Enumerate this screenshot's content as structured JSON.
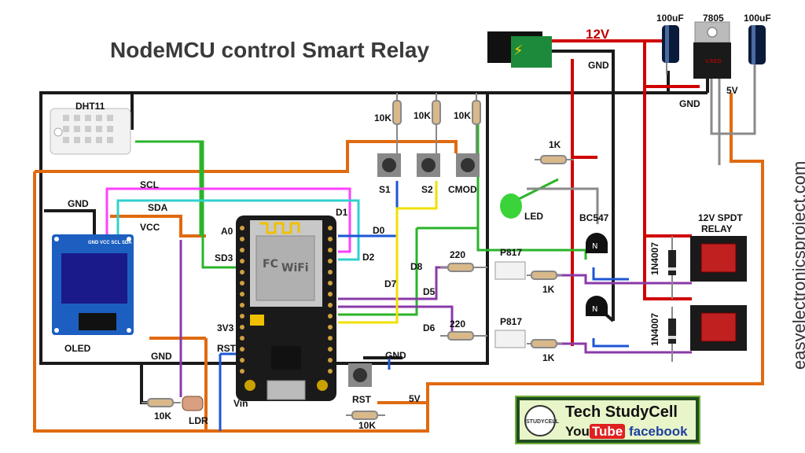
{
  "title": "NodeMCU control Smart Relay",
  "website": "easyelectronicsproject.com",
  "supply": {
    "voltage_in": "12V",
    "regulator": "7805",
    "cap1": "100uF",
    "cap2": "100uF",
    "gnd": "GND",
    "gnd2": "GND",
    "out5v": "5V"
  },
  "sensors": {
    "dht": "DHT11",
    "oled": "OLED",
    "ldr": "LDR",
    "led": "LED"
  },
  "labels": {
    "scl": "SCL",
    "sda": "SDA",
    "vcc": "VCC",
    "gnd_oled": "GND",
    "a0": "A0",
    "sd3": "SD3",
    "v33": "3V3",
    "rst": "RST",
    "vin": "Vin",
    "gnd_bottom": "GND",
    "gnd_mcu": "GND",
    "d0": "D0",
    "d1": "D1",
    "d2": "D2",
    "d5": "D5",
    "d6": "D6",
    "d7": "D7",
    "d8": "D8",
    "v5_bottom": "5V"
  },
  "oled_pins": [
    "GND",
    "VCC",
    "SCL",
    "SDA"
  ],
  "resistors": {
    "r1": "10K",
    "r2": "10K",
    "r3": "10K",
    "r_led": "1K",
    "r_opto1": "220",
    "r_opto2": "220",
    "r_base1": "1K",
    "r_base2": "1K",
    "r_ldr": "10K",
    "r_rst": "10K"
  },
  "buttons": {
    "s1": "S1",
    "s2": "S2",
    "cmod": "CMOD",
    "rst": "RST"
  },
  "opto": {
    "o1": "P817",
    "o2": "P817"
  },
  "transistor": "BC547",
  "diodes": {
    "d1": "1N4007",
    "d2": "1N4007"
  },
  "relay": {
    "line1": "12V SPDT",
    "line2": "RELAY"
  },
  "brand": {
    "name": "Tech StudyCell",
    "you": "You",
    "tube": "Tube",
    "facebook": "facebook",
    "emblem": "STUDYCELL"
  },
  "colors": {
    "wire_black": "#1a1a1a",
    "wire_red": "#d00000",
    "wire_orange": "#e06a10",
    "wire_green": "#2ab42a",
    "wire_blue": "#1e56d6",
    "wire_purple": "#8a3aa8",
    "wire_yellow": "#f0e000",
    "wire_magenta": "#ff40ff",
    "wire_cyan": "#30d0d0",
    "board_blue": "#1c5fc0",
    "relay_red": "#c02020"
  }
}
